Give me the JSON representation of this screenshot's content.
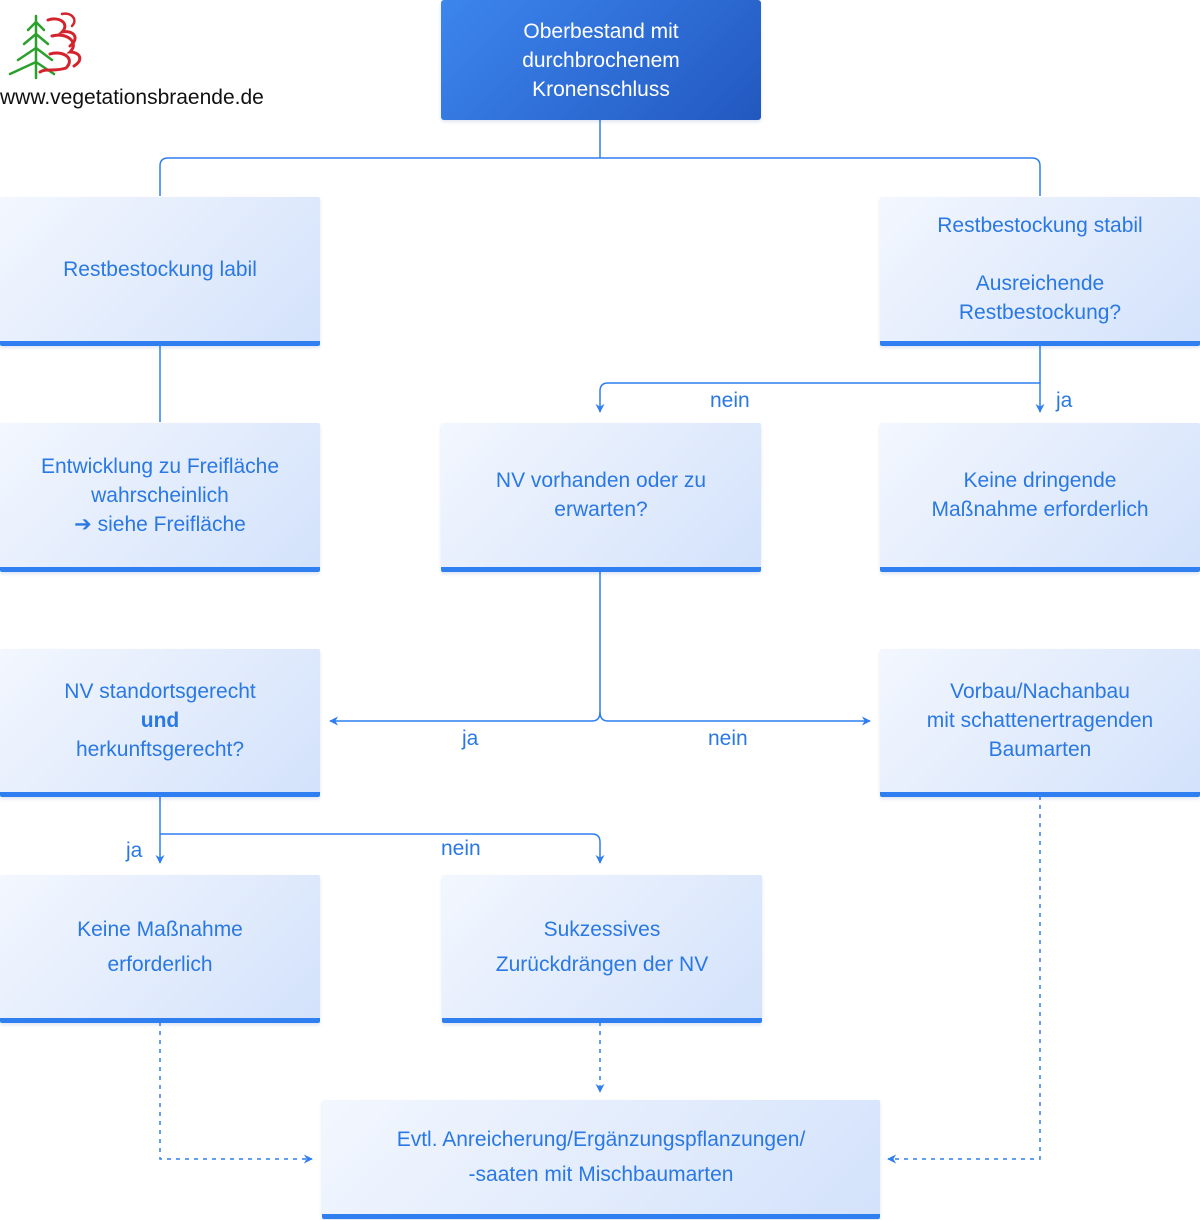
{
  "logo": {
    "url": "www.vegetationsbraende.de"
  },
  "colors": {
    "accent": "#2f7ff0",
    "text": "#2a78e4",
    "top_box": "#2a63cc"
  },
  "nodes": {
    "top": {
      "lines": [
        "Oberbestand mit",
        "durchbrochenem",
        "Kronenschluss"
      ]
    },
    "labil": {
      "lines": [
        "Restbestockung labil"
      ]
    },
    "stabil": {
      "line1": "Restbestockung stabil",
      "line2": "Ausreichende",
      "line3": "Restbestockung?"
    },
    "freiflaeche": {
      "line1": "Entwicklung zu Freifläche",
      "line2": "wahrscheinlich",
      "arrow": "➔",
      "line3": "siehe Freifläche"
    },
    "nv": {
      "lines": [
        "NV vorhanden oder zu",
        "erwarten?"
      ]
    },
    "keine_dringend": {
      "lines": [
        "Keine dringende",
        "Maßnahme erforderlich"
      ]
    },
    "standort": {
      "line1": "NV standortsgerecht",
      "line2": "und",
      "line3": "herkunftsgerecht?"
    },
    "vorbau": {
      "lines": [
        "Vorbau/Nachanbau",
        "mit schattenertragenden",
        "Baumarten"
      ]
    },
    "keine": {
      "lines": [
        "Keine Maßnahme",
        "erforderlich"
      ]
    },
    "sukzessiv": {
      "lines": [
        "Sukzessives",
        "Zurückdrängen der NV"
      ]
    },
    "evtl": {
      "lines": [
        "Evtl. Anreicherung/Ergänzungspflanzungen/",
        "-saaten mit Mischbaumarten"
      ]
    }
  },
  "edge_labels": {
    "nein_1": "nein",
    "ja_1": "ja",
    "ja_2": "ja",
    "nein_2": "nein",
    "ja_3": "ja",
    "nein_3": "nein"
  }
}
